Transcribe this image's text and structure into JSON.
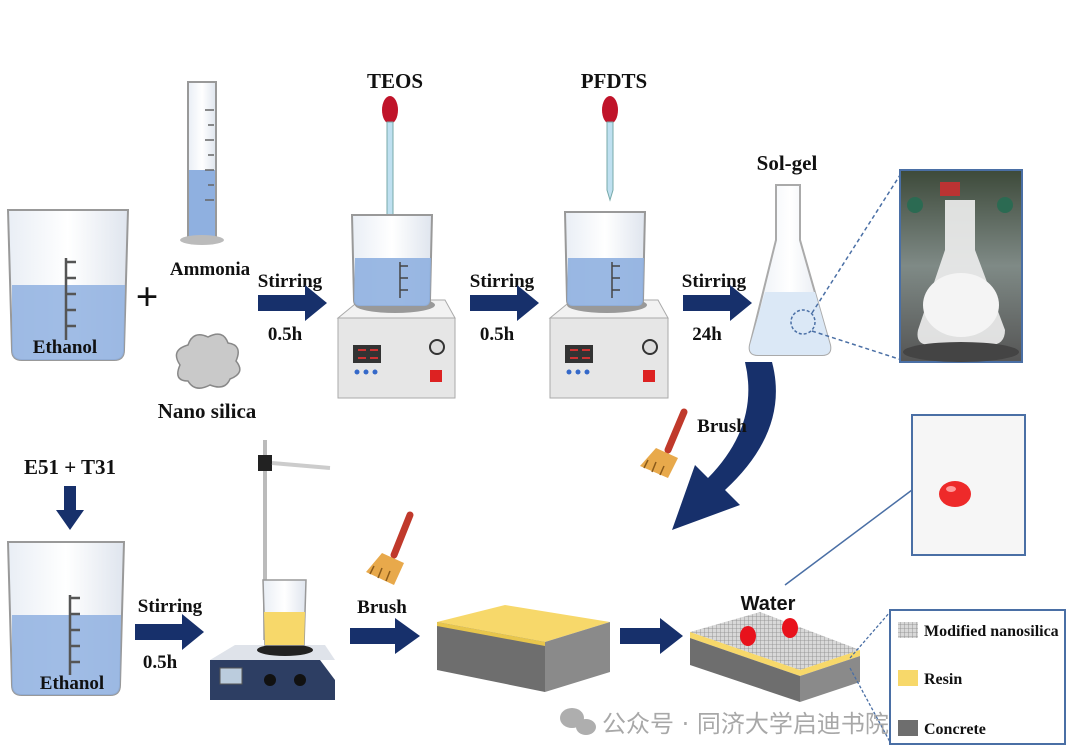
{
  "diagram": {
    "step1": {
      "beaker_label": "Ethanol",
      "plus": "+",
      "cylinder_label": "Ammonia",
      "powder_label": "Nano silica"
    },
    "arrows": [
      {
        "top": "Stirring",
        "bottom": "0.5h"
      },
      {
        "top": "Stirring",
        "bottom": "0.5h"
      },
      {
        "top": "Stirring",
        "bottom": "24h"
      },
      {
        "top": "Stirring",
        "bottom": "0.5h"
      }
    ],
    "reagents": {
      "first": "TEOS",
      "second": "PFDTS"
    },
    "flask_label": "Sol-gel",
    "brush_labels": [
      "Brush",
      "Brush"
    ],
    "bottom": {
      "mixture_label": "E51 + T31",
      "beaker_label": "Ethanol",
      "water_label": "Water"
    },
    "legend": [
      {
        "label": "Modified nanosilica",
        "color": "#b5b5b5"
      },
      {
        "label": "Resin",
        "color": "#f7d86a"
      },
      {
        "label": "Concrete",
        "color": "#6e6e6e"
      }
    ],
    "colors": {
      "arrow": "#17306b",
      "liquid": "#8fb0e0",
      "resin": "#f7d86a",
      "water_drop": "#e8121c",
      "box_border": "#4a6fa5"
    }
  },
  "watermark": "公众号 · 同济大学启迪书院"
}
